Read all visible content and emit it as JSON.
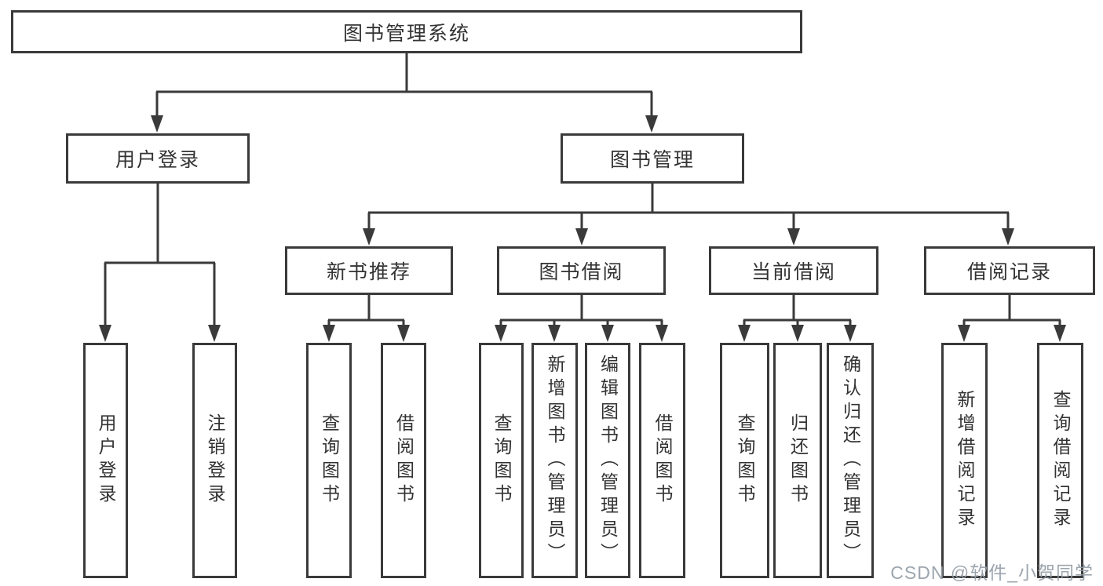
{
  "title": "图书管理系统",
  "watermark": "CSDN @软件_小贺同学",
  "colors": {
    "line": "#3a3a3a",
    "text": "#333333",
    "background": "#ffffff",
    "watermark": "#949da6"
  },
  "nodes": {
    "system": "图书管理系统",
    "user-login": "用户登录",
    "book-management": "图书管理",
    "new-book-recommend": "新书推荐",
    "book-borrowing": "图书借阅",
    "current-borrowing": "当前借阅",
    "borrowing-records": "借阅记录",
    "login": "用户登录",
    "logout": "注销登录",
    "recommend-query-book": "查询图书",
    "recommend-borrow-book": "借阅图书",
    "borrow-query-book": "查询图书",
    "borrow-add-book": "新增图书（管理员）",
    "borrow-edit-book": "编辑图书（管理员）",
    "borrow-borrow-book": "借阅图书",
    "current-query-book": "查询图书",
    "current-return-book": "归还图书",
    "current-confirm-return": "确认归还（管理员）",
    "records-add-record": "新增借阅记录",
    "records-query-record": "查询借阅记录"
  },
  "tree": {
    "label": "图书管理系统",
    "children": [
      {
        "label": "用户登录",
        "children": [
          {
            "label": "用户登录"
          },
          {
            "label": "注销登录"
          }
        ]
      },
      {
        "label": "图书管理",
        "children": [
          {
            "label": "新书推荐",
            "children": [
              {
                "label": "查询图书"
              },
              {
                "label": "借阅图书"
              }
            ]
          },
          {
            "label": "图书借阅",
            "children": [
              {
                "label": "查询图书"
              },
              {
                "label": "新增图书（管理员）"
              },
              {
                "label": "编辑图书（管理员）"
              },
              {
                "label": "借阅图书"
              }
            ]
          },
          {
            "label": "当前借阅",
            "children": [
              {
                "label": "查询图书"
              },
              {
                "label": "归还图书"
              },
              {
                "label": "确认归还（管理员）"
              }
            ]
          },
          {
            "label": "借阅记录",
            "children": [
              {
                "label": "新增借阅记录"
              },
              {
                "label": "查询借阅记录"
              }
            ]
          }
        ]
      }
    ]
  }
}
